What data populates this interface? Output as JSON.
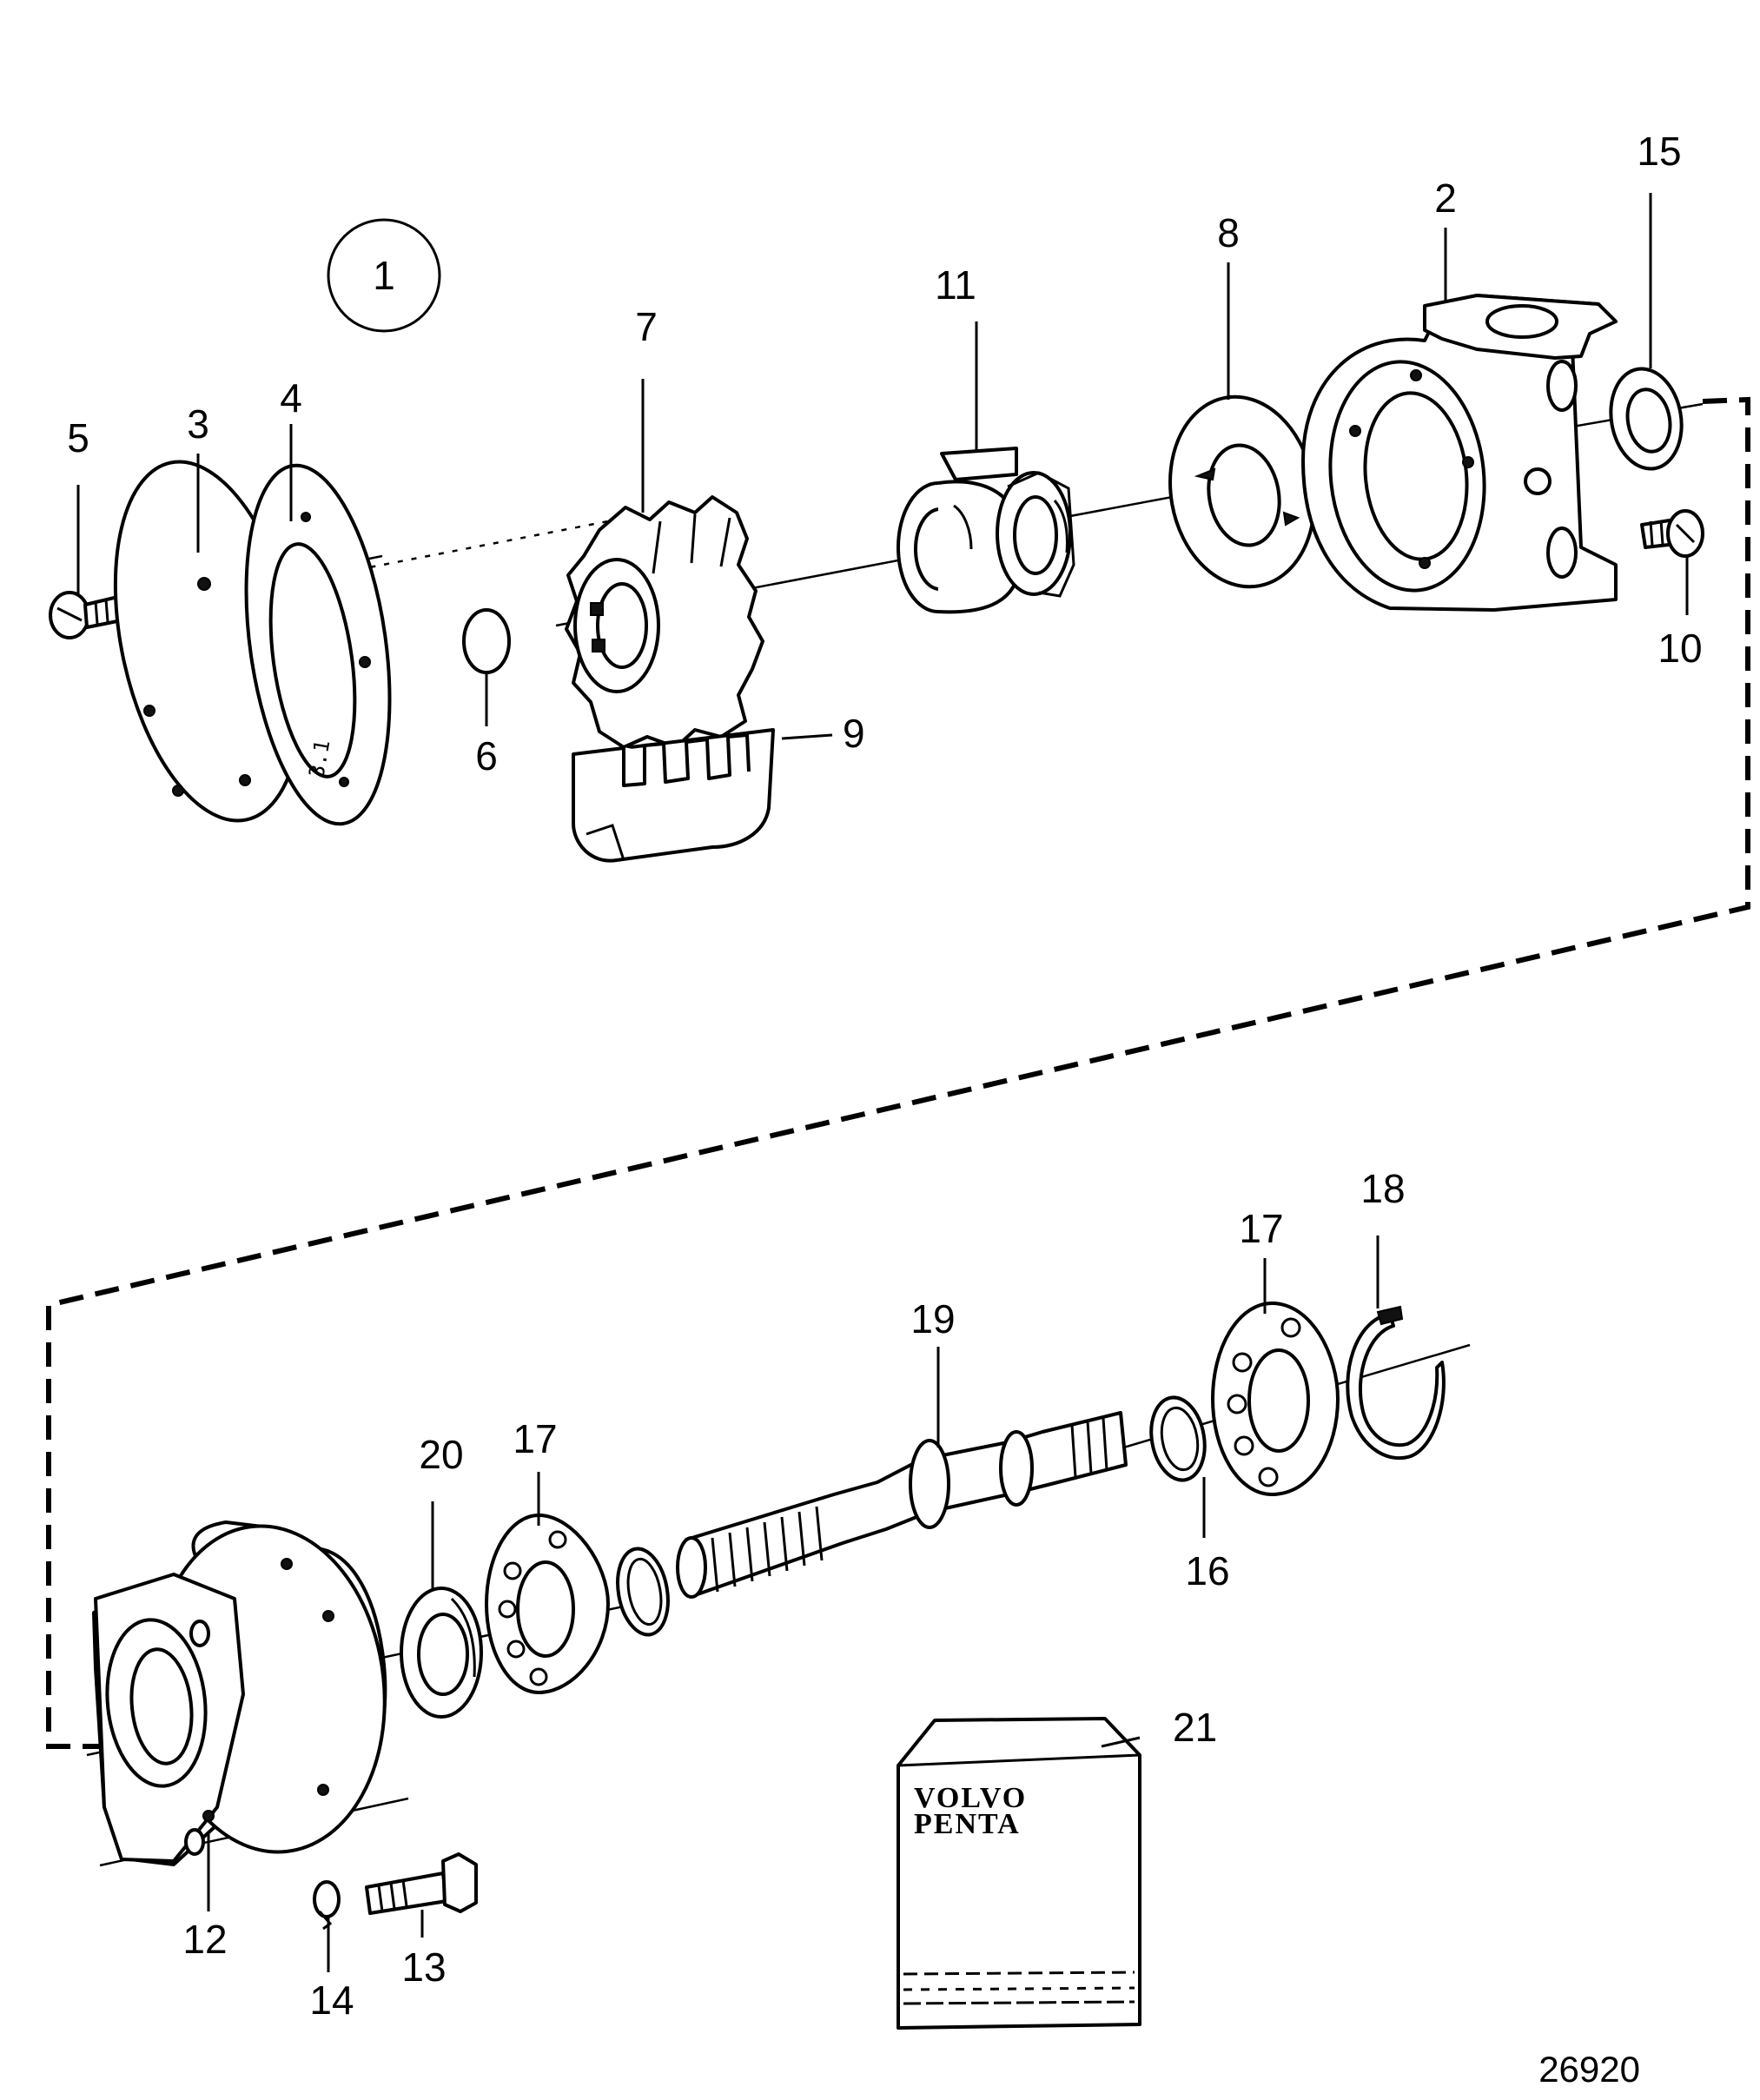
{
  "figure": {
    "group_number": "1",
    "reference_number": "26920",
    "package": {
      "brand_line1": "VOLVO",
      "brand_line2": "PENTA"
    }
  },
  "callouts": [
    {
      "id": "p1",
      "text": "2"
    },
    {
      "id": "p2",
      "text": "3"
    },
    {
      "id": "p3",
      "text": "4"
    },
    {
      "id": "p4",
      "text": "5"
    },
    {
      "id": "p5",
      "text": "6"
    },
    {
      "id": "p6",
      "text": "7"
    },
    {
      "id": "p7",
      "text": "8"
    },
    {
      "id": "p8",
      "text": "9"
    },
    {
      "id": "p9",
      "text": "10"
    },
    {
      "id": "p10",
      "text": "11"
    },
    {
      "id": "p11",
      "text": "12"
    },
    {
      "id": "p12",
      "text": "13"
    },
    {
      "id": "p13",
      "text": "14"
    },
    {
      "id": "p14",
      "text": "15"
    },
    {
      "id": "p15",
      "text": "16"
    },
    {
      "id": "p16",
      "text": "17"
    },
    {
      "id": "p17",
      "text": "17"
    },
    {
      "id": "p18",
      "text": "18"
    },
    {
      "id": "p19",
      "text": "19"
    },
    {
      "id": "p20",
      "text": "20"
    },
    {
      "id": "p21",
      "text": "21"
    }
  ]
}
